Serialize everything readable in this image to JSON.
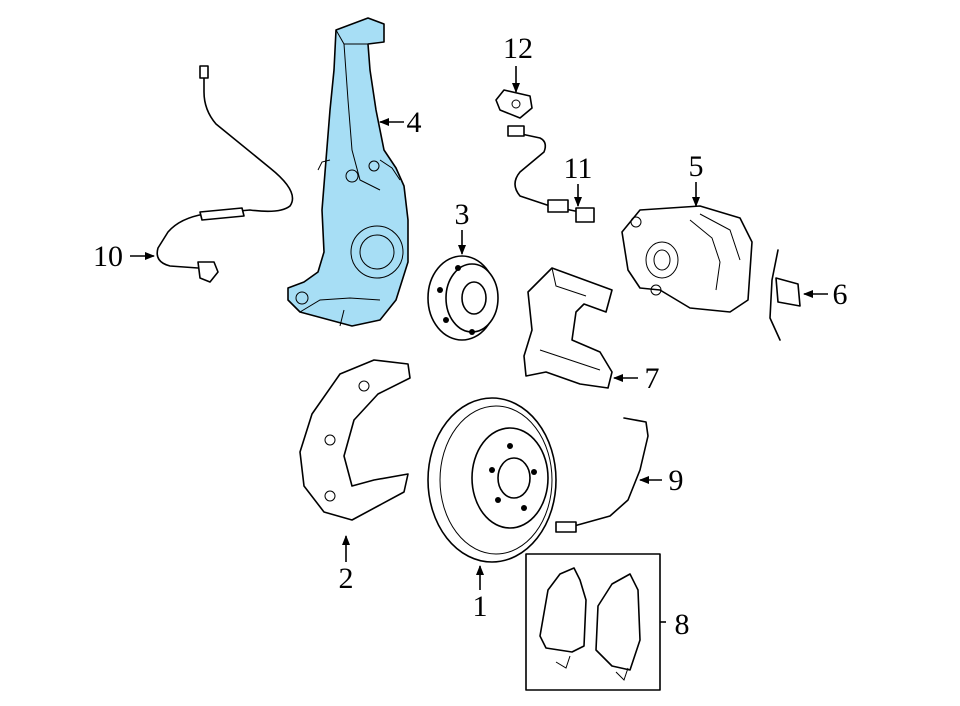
{
  "colors": {
    "highlight": "#a7def5",
    "line": "#000000",
    "background": "#ffffff"
  },
  "callouts": [
    {
      "id": "1",
      "label": "1",
      "part": "brake-rotor"
    },
    {
      "id": "2",
      "label": "2",
      "part": "splash-shield"
    },
    {
      "id": "3",
      "label": "3",
      "part": "wheel-hub"
    },
    {
      "id": "4",
      "label": "4",
      "part": "steering-knuckle"
    },
    {
      "id": "5",
      "label": "5",
      "part": "brake-caliper"
    },
    {
      "id": "6",
      "label": "6",
      "part": "caliper-clip"
    },
    {
      "id": "7",
      "label": "7",
      "part": "caliper-bracket"
    },
    {
      "id": "8",
      "label": "8",
      "part": "brake-pads"
    },
    {
      "id": "9",
      "label": "9",
      "part": "pad-wear-sensor"
    },
    {
      "id": "10",
      "label": "10",
      "part": "abs-sensor"
    },
    {
      "id": "11",
      "label": "11",
      "part": "brake-hose"
    },
    {
      "id": "12",
      "label": "12",
      "part": "hose-bracket"
    }
  ]
}
